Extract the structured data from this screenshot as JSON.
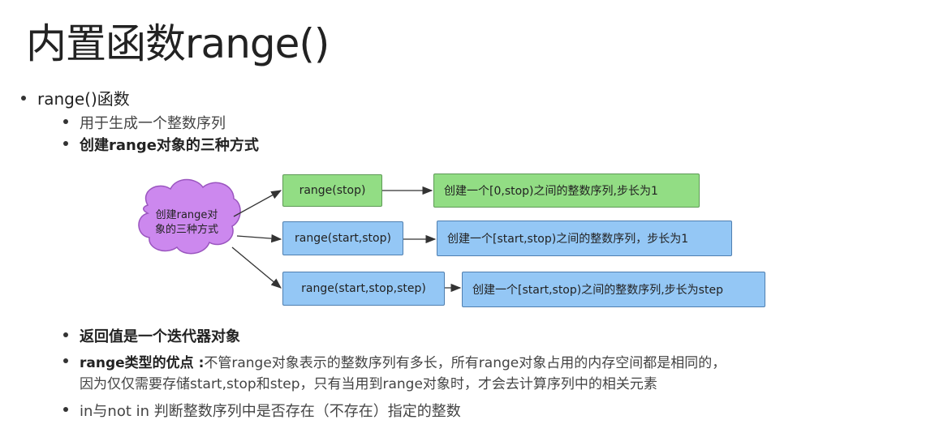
{
  "title": "内置函数range()",
  "bullets": {
    "b1": "range()函数",
    "b1_sub1": "用于生成一个整数序列",
    "b1_sub2": "创建range对象的三种方式",
    "b2": "返回值是一个迭代器对象",
    "b3_bold": "range类型的优点 :",
    "b3_rest": "不管range对象表示的整数序列有多长，所有range对象占用的内存空间都是相同的，",
    "b3_line2": "因为仅仅需要存储start,stop和step，只有当用到range对象时，才会去计算序列中的相关元素",
    "b4": "in与not in 判断整数序列中是否存在（不存在）指定的整数"
  },
  "diagram": {
    "cloud_line1": "创建range对",
    "cloud_line2": "象的三种方式",
    "rows": [
      {
        "call": "range(stop)",
        "desc": "创建一个[0,stop)之间的整数序列,步长为1",
        "color": "#92dd84"
      },
      {
        "call": "range(start,stop)",
        "desc": "创建一个[start,stop)之间的整数序列，步长为1",
        "color": "#94c7f5"
      },
      {
        "call": "range(start,stop,step)",
        "desc": "创建一个[start,stop)之间的整数序列,步长为step",
        "color": "#94c7f5"
      }
    ]
  },
  "colors": {
    "cloud_fill": "#cc88ee",
    "cloud_stroke": "#9a55bf",
    "green": "#92dd84",
    "blue": "#94c7f5"
  }
}
